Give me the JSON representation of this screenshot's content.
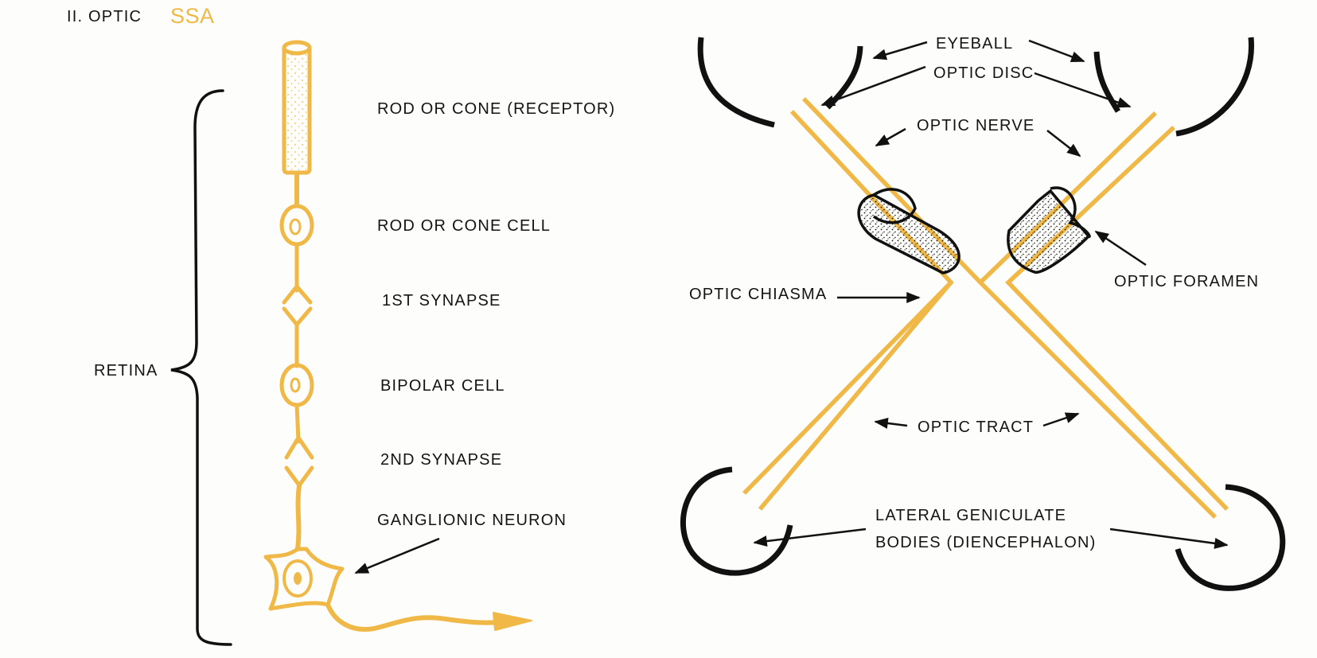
{
  "title": {
    "section": "II. OPTIC",
    "modality": "SSA"
  },
  "colors": {
    "pathway": "#f0b846",
    "ink": "#111111",
    "background": "#fdfdfb"
  },
  "retina": {
    "brace_label": "RETINA",
    "cells": [
      {
        "id": "receptor",
        "label": "ROD OR CONE (RECEPTOR)"
      },
      {
        "id": "rod-cone-cell",
        "label": "ROD OR CONE CELL"
      },
      {
        "id": "synapse-1",
        "label": "1ST SYNAPSE"
      },
      {
        "id": "bipolar-cell",
        "label": "BIPOLAR CELL"
      },
      {
        "id": "synapse-2",
        "label": "2ND SYNAPSE"
      },
      {
        "id": "ganglionic-neuron",
        "label": "GANGLIONIC NEURON"
      }
    ]
  },
  "pathway": {
    "labels": {
      "eyeball": "EYEBALL",
      "optic_disc": "OPTIC DISC",
      "optic_nerve": "OPTIC NERVE",
      "optic_chiasma": "OPTIC CHIASMA",
      "optic_foramen": "OPTIC FORAMEN",
      "optic_tract": "OPTIC TRACT",
      "lgb_line1": "LATERAL GENICULATE",
      "lgb_line2": "BODIES (DIENCEPHALON)"
    }
  }
}
